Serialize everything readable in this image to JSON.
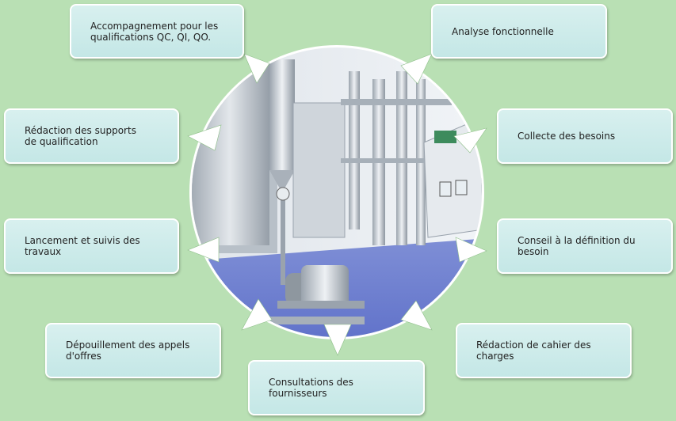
{
  "items": [
    {
      "id": "b1",
      "text": "Accompagnement pour les\nqualifications QC, QI, QO."
    },
    {
      "id": "b2",
      "text": "Analyse fonctionnelle"
    },
    {
      "id": "b3",
      "text": "Rédaction des supports\nde qualification"
    },
    {
      "id": "b4",
      "text": "Collecte des besoins"
    },
    {
      "id": "b5",
      "text": "Lancement et suivis des\ntravaux"
    },
    {
      "id": "b6",
      "text": "Conseil à la définition du\nbesoin"
    },
    {
      "id": "b7",
      "text": "Dépouillement des appels\nd'offres"
    },
    {
      "id": "b8",
      "text": "Rédaction de cahier des\ncharges"
    },
    {
      "id": "b9",
      "text": "Consultations des\nfournisseurs"
    }
  ],
  "colors": {
    "background": "#b9e0b4",
    "box": "#cdeaea",
    "box_border": "#ffffff",
    "arrow": "#ffffff"
  },
  "center_image": "pharmaceutical-water-system-photo"
}
